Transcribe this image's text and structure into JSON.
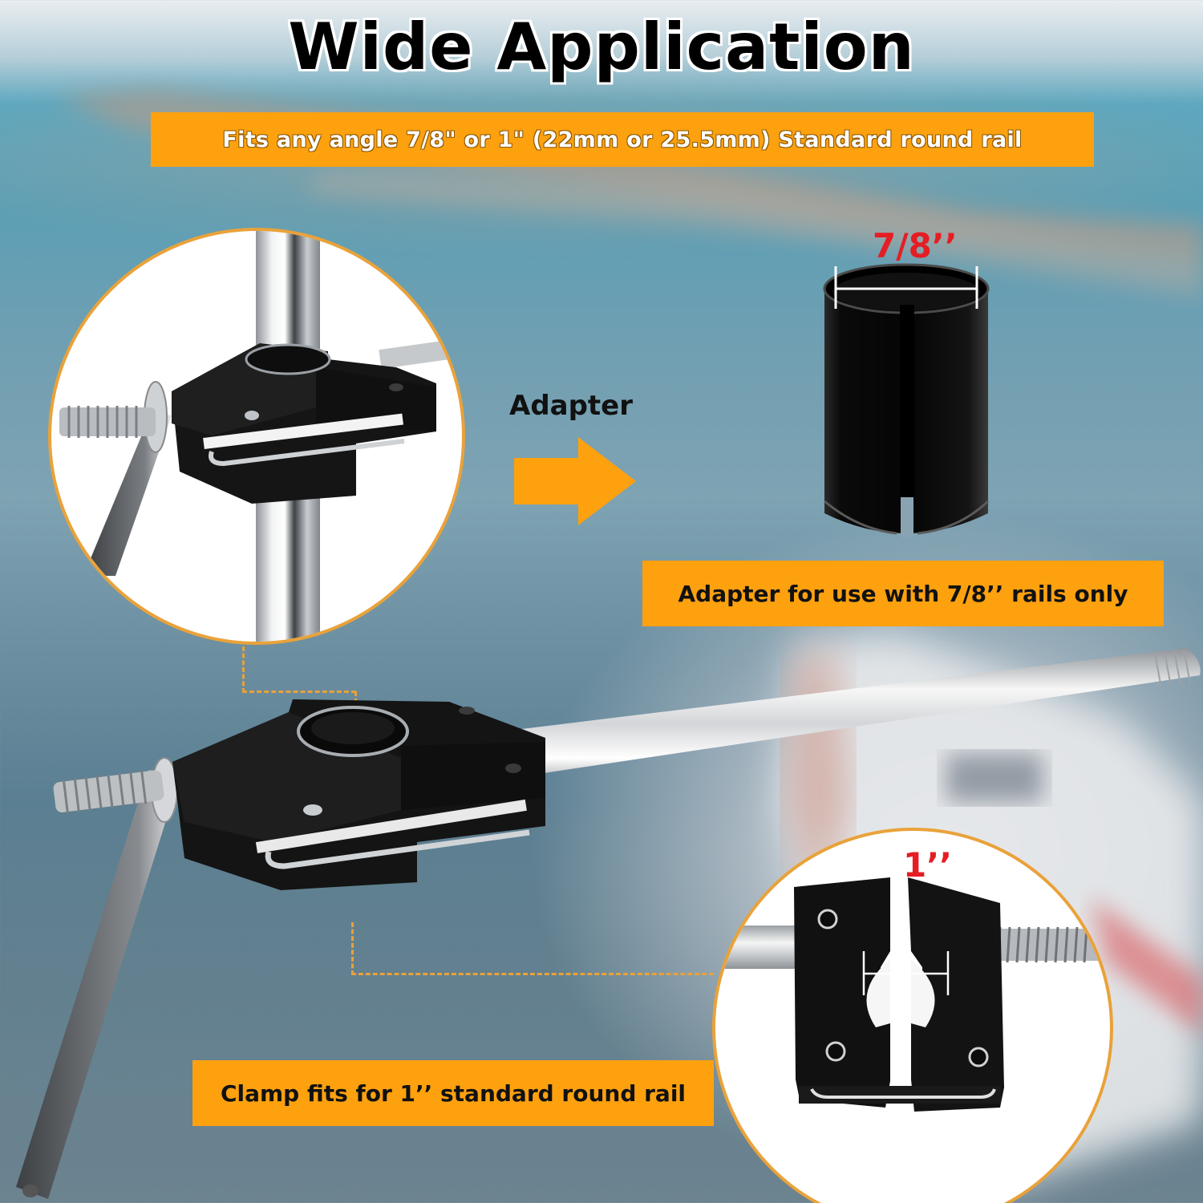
{
  "title": "Wide Application",
  "banners": {
    "top": "Fits any angle 7/8\" or 1\" (22mm or 25.5mm) Standard round rail",
    "adapter": "Adapter for use with 7/8’’ rails only",
    "clamp": "Clamp fits for 1’’ standard round rail"
  },
  "adapter_callout": {
    "label": "Adapter",
    "arrow": "arrow-right-icon"
  },
  "dimensions": {
    "adapter": "7/8’’",
    "clamp": "1’’"
  },
  "colors": {
    "accent_orange": "#fea10f",
    "circle_border": "#e9a23a",
    "dimension_red": "#e51d24",
    "clamp_black": "#141414",
    "steel": "#c9ccd0"
  }
}
